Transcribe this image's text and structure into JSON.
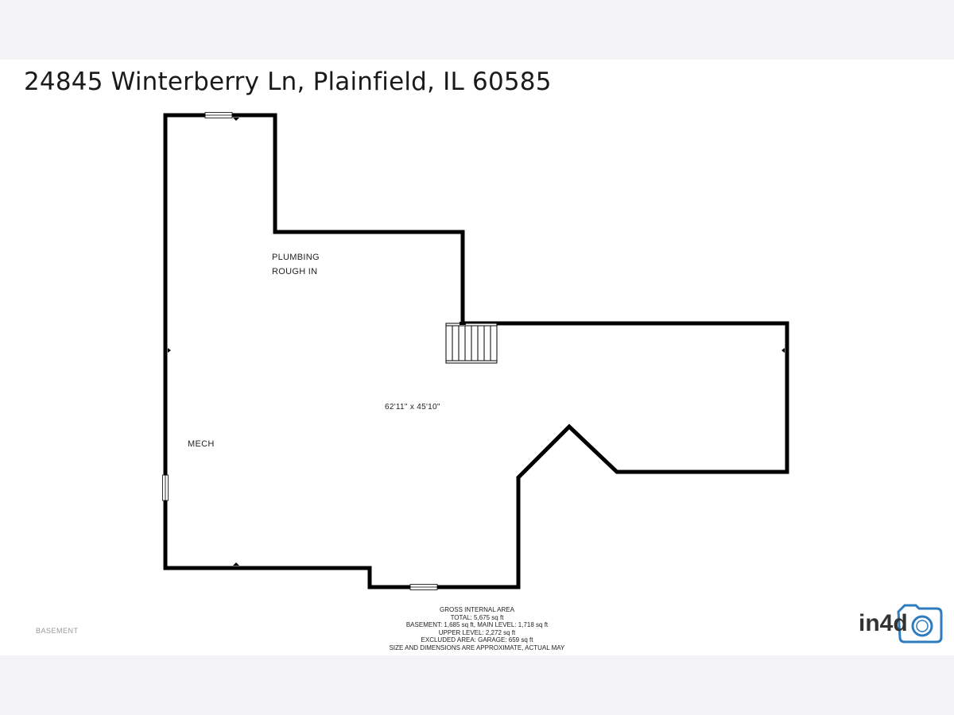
{
  "header": {
    "address": "24845 Winterberry Ln, Plainfield, IL 60585"
  },
  "rooms": {
    "plumbing_line1": "PLUMBING",
    "plumbing_line2": "ROUGH IN",
    "main_dimensions": "62'11\" x 45'10\"",
    "mech": "MECH"
  },
  "footer": {
    "level": "BASEMENT",
    "area_lines": [
      "GROSS INTERNAL AREA",
      "TOTAL: 5,675 sq ft",
      "BASEMENT: 1,685 sq ft, MAIN LEVEL: 1,718 sq ft",
      "UPPER LEVEL: 2,272 sq ft",
      "EXCLUDED AREA: GARAGE: 659 sq ft",
      "SIZE AND DIMENSIONS ARE APPROXIMATE, ACTUAL MAY"
    ]
  },
  "logo": {
    "text": "in4d"
  },
  "colors": {
    "wall": "#000000",
    "background": "#f3f3f5",
    "sheet": "#ffffff",
    "logo_accent": "#2e7bbd"
  }
}
